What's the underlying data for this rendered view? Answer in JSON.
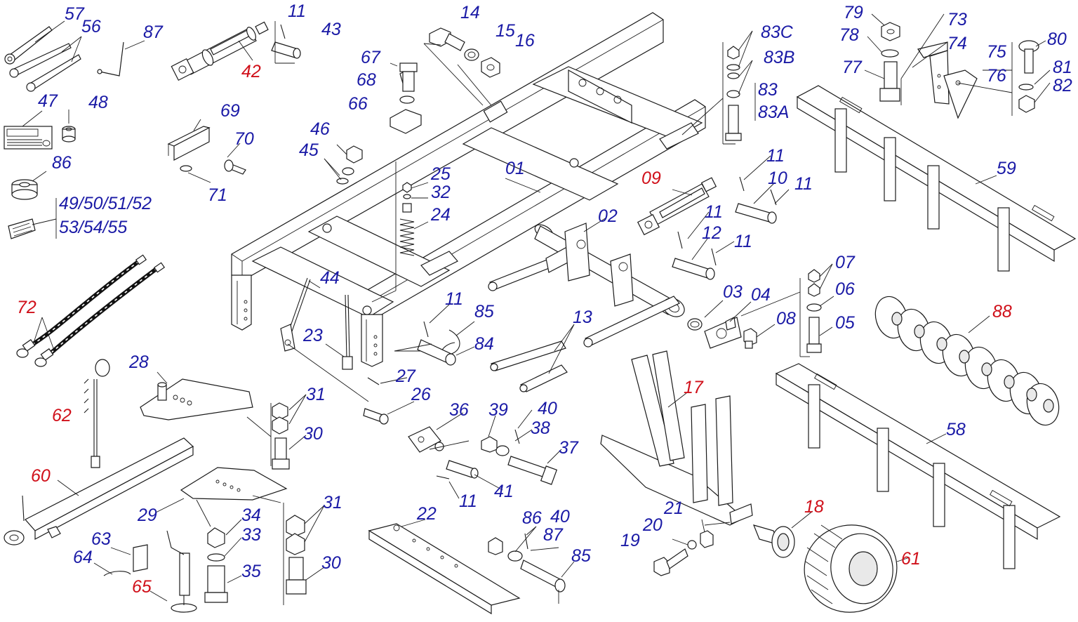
{
  "colors": {
    "standard": "#1a1aa6",
    "highlight": "#d0101a",
    "line": "#1a1a1a"
  },
  "callouts": [
    {
      "id": "p57",
      "text": "57",
      "c": "b"
    },
    {
      "id": "p56",
      "text": "56",
      "c": "b"
    },
    {
      "id": "p87a",
      "text": "87",
      "c": "b"
    },
    {
      "id": "p42",
      "text": "42",
      "c": "r"
    },
    {
      "id": "p11a",
      "text": "11",
      "c": "b"
    },
    {
      "id": "p43",
      "text": "43",
      "c": "b"
    },
    {
      "id": "p14",
      "text": "14",
      "c": "b"
    },
    {
      "id": "p15",
      "text": "15",
      "c": "b"
    },
    {
      "id": "p16",
      "text": "16",
      "c": "b"
    },
    {
      "id": "p67",
      "text": "67",
      "c": "b"
    },
    {
      "id": "p68",
      "text": "68",
      "c": "b"
    },
    {
      "id": "p66",
      "text": "66",
      "c": "b"
    },
    {
      "id": "p83C",
      "text": "83C",
      "c": "b"
    },
    {
      "id": "p83B",
      "text": "83B",
      "c": "b"
    },
    {
      "id": "p83",
      "text": "83",
      "c": "b"
    },
    {
      "id": "p83A",
      "text": "83A",
      "c": "b"
    },
    {
      "id": "p79",
      "text": "79",
      "c": "b"
    },
    {
      "id": "p78",
      "text": "78",
      "c": "b"
    },
    {
      "id": "p77",
      "text": "77",
      "c": "b"
    },
    {
      "id": "p73",
      "text": "73",
      "c": "b"
    },
    {
      "id": "p74",
      "text": "74",
      "c": "b"
    },
    {
      "id": "p75",
      "text": "75",
      "c": "b"
    },
    {
      "id": "p76",
      "text": "76",
      "c": "b"
    },
    {
      "id": "p80",
      "text": "80",
      "c": "b"
    },
    {
      "id": "p81",
      "text": "81",
      "c": "b"
    },
    {
      "id": "p82",
      "text": "82",
      "c": "b"
    },
    {
      "id": "p47",
      "text": "47",
      "c": "b"
    },
    {
      "id": "p48",
      "text": "48",
      "c": "b"
    },
    {
      "id": "p69",
      "text": "69",
      "c": "b"
    },
    {
      "id": "p70",
      "text": "70",
      "c": "b"
    },
    {
      "id": "p71",
      "text": "71",
      "c": "b"
    },
    {
      "id": "p86a",
      "text": "86",
      "c": "b"
    },
    {
      "id": "p46",
      "text": "46",
      "c": "b"
    },
    {
      "id": "p45",
      "text": "45",
      "c": "b"
    },
    {
      "id": "p25",
      "text": "25",
      "c": "b"
    },
    {
      "id": "p32",
      "text": "32",
      "c": "b"
    },
    {
      "id": "p24",
      "text": "24",
      "c": "b"
    },
    {
      "id": "p01",
      "text": "01",
      "c": "b"
    },
    {
      "id": "p09",
      "text": "09",
      "c": "r"
    },
    {
      "id": "p11b",
      "text": "11",
      "c": "b"
    },
    {
      "id": "p10",
      "text": "10",
      "c": "b"
    },
    {
      "id": "p11c",
      "text": "11",
      "c": "b"
    },
    {
      "id": "p59",
      "text": "59",
      "c": "b"
    },
    {
      "id": "p4952",
      "text": "49/50/51/52",
      "c": "b"
    },
    {
      "id": "p5355",
      "text": "53/54/55",
      "c": "b"
    },
    {
      "id": "p02",
      "text": "02",
      "c": "b"
    },
    {
      "id": "p11d",
      "text": "11",
      "c": "b"
    },
    {
      "id": "p12",
      "text": "12",
      "c": "b"
    },
    {
      "id": "p11e",
      "text": "11",
      "c": "b"
    },
    {
      "id": "p72",
      "text": "72",
      "c": "r"
    },
    {
      "id": "p44",
      "text": "44",
      "c": "b"
    },
    {
      "id": "p07",
      "text": "07",
      "c": "b"
    },
    {
      "id": "p06",
      "text": "06",
      "c": "b"
    },
    {
      "id": "p03",
      "text": "03",
      "c": "b"
    },
    {
      "id": "p04",
      "text": "04",
      "c": "b"
    },
    {
      "id": "p11f",
      "text": "11",
      "c": "b"
    },
    {
      "id": "p85a",
      "text": "85",
      "c": "b"
    },
    {
      "id": "p13",
      "text": "13",
      "c": "b"
    },
    {
      "id": "p88",
      "text": "88",
      "c": "r"
    },
    {
      "id": "p08",
      "text": "08",
      "c": "b"
    },
    {
      "id": "p05",
      "text": "05",
      "c": "b"
    },
    {
      "id": "p23",
      "text": "23",
      "c": "b"
    },
    {
      "id": "p84",
      "text": "84",
      "c": "b"
    },
    {
      "id": "p28",
      "text": "28",
      "c": "b"
    },
    {
      "id": "p27",
      "text": "27",
      "c": "b"
    },
    {
      "id": "p17",
      "text": "17",
      "c": "r"
    },
    {
      "id": "p31a",
      "text": "31",
      "c": "b"
    },
    {
      "id": "p26",
      "text": "26",
      "c": "b"
    },
    {
      "id": "p62",
      "text": "62",
      "c": "r"
    },
    {
      "id": "p36",
      "text": "36",
      "c": "b"
    },
    {
      "id": "p39",
      "text": "39",
      "c": "b"
    },
    {
      "id": "p40a",
      "text": "40",
      "c": "b"
    },
    {
      "id": "p38",
      "text": "38",
      "c": "b"
    },
    {
      "id": "p58",
      "text": "58",
      "c": "b"
    },
    {
      "id": "p30a",
      "text": "30",
      "c": "b"
    },
    {
      "id": "p37",
      "text": "37",
      "c": "b"
    },
    {
      "id": "p60",
      "text": "60",
      "c": "r"
    },
    {
      "id": "p41",
      "text": "41",
      "c": "b"
    },
    {
      "id": "p11g",
      "text": "11",
      "c": "b"
    },
    {
      "id": "p29",
      "text": "29",
      "c": "b"
    },
    {
      "id": "p31b",
      "text": "31",
      "c": "b"
    },
    {
      "id": "p34",
      "text": "34",
      "c": "b"
    },
    {
      "id": "p22",
      "text": "22",
      "c": "b"
    },
    {
      "id": "p18",
      "text": "18",
      "c": "r"
    },
    {
      "id": "p21",
      "text": "21",
      "c": "b"
    },
    {
      "id": "p86b",
      "text": "86",
      "c": "b"
    },
    {
      "id": "p40b",
      "text": "40",
      "c": "b"
    },
    {
      "id": "p63",
      "text": "63",
      "c": "b"
    },
    {
      "id": "p33",
      "text": "33",
      "c": "b"
    },
    {
      "id": "p19",
      "text": "19",
      "c": "b"
    },
    {
      "id": "p20",
      "text": "20",
      "c": "b"
    },
    {
      "id": "p87b",
      "text": "87",
      "c": "b"
    },
    {
      "id": "p64",
      "text": "64",
      "c": "b"
    },
    {
      "id": "p61",
      "text": "61",
      "c": "r"
    },
    {
      "id": "p85b",
      "text": "85",
      "c": "b"
    },
    {
      "id": "p30b",
      "text": "30",
      "c": "b"
    },
    {
      "id": "p35",
      "text": "35",
      "c": "b"
    },
    {
      "id": "p65",
      "text": "65",
      "c": "r"
    }
  ]
}
